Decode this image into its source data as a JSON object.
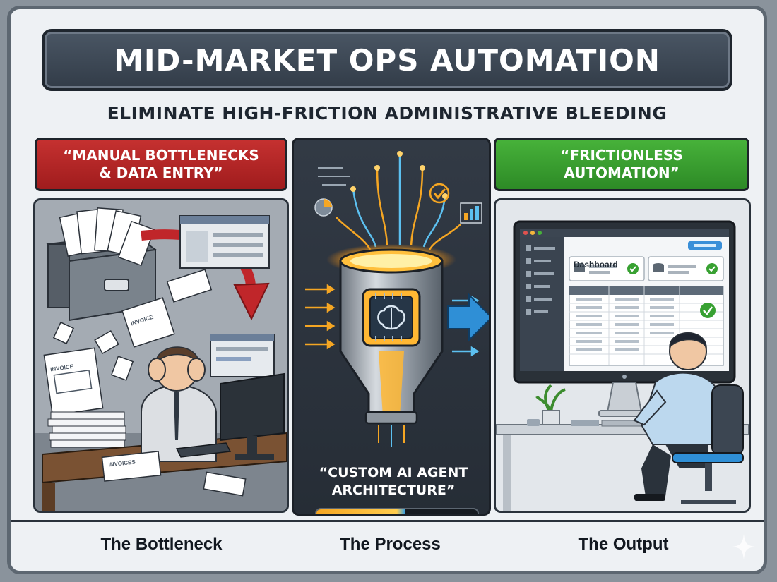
{
  "title": "MID-MARKET OPS AUTOMATION",
  "subtitle": "ELIMINATE HIGH-FRICTION ADMINISTRATIVE BLEEDING",
  "left_panel": {
    "label": "“MANUAL BOTTLENECKS & DATA ENTRY”",
    "caption": "The Bottleneck",
    "document_labels": [
      "INVOICE",
      "INVOICE",
      "INVOICES"
    ],
    "accent_color": "#b52627"
  },
  "center_panel": {
    "label": "“CUSTOM AI AGENT ARCHITECTURE”",
    "caption": "The Process",
    "progress": 0.55,
    "icons": [
      "pie-chart-icon",
      "checkmark-icon",
      "bar-chart-icon",
      "ai-brain-chip-icon",
      "funnel-icon"
    ]
  },
  "right_panel": {
    "label": "“FRICTIONLESS AUTOMATION”",
    "caption": "The Output",
    "dashboard_title": "Dashboard",
    "accent_color": "#38a132"
  }
}
